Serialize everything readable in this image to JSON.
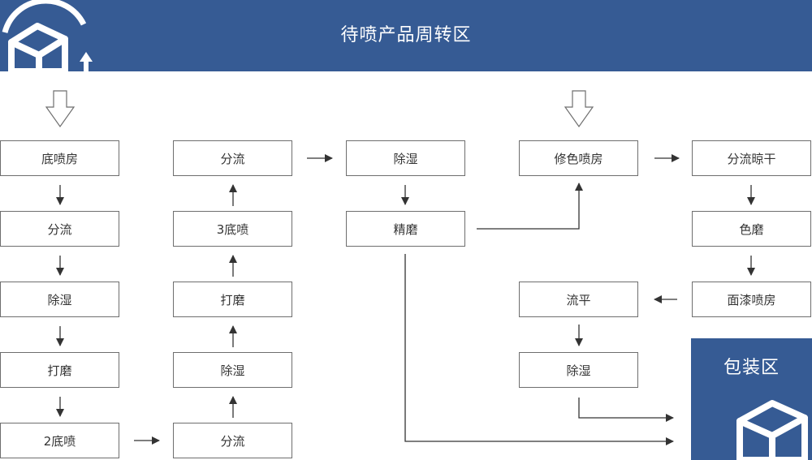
{
  "header": {
    "title": "待喷产品周转区"
  },
  "columns": {
    "col1": [
      "底喷房",
      "分流",
      "除湿",
      "打磨",
      "2底喷"
    ],
    "col2": [
      "分流",
      "3底喷",
      "打磨",
      "除湿",
      "分流"
    ],
    "col3": [
      "除湿",
      "精磨"
    ],
    "col4": [
      "修色喷房",
      "流平",
      "除湿"
    ],
    "col5": [
      "分流晾干",
      "色磨",
      "面漆喷房"
    ]
  },
  "packaging": {
    "label": "包装区"
  },
  "colors": {
    "brand": "#365b94",
    "border": "#6e6e6e",
    "arrow": "#333333",
    "text": "#333333"
  },
  "icons": [
    "box-icon",
    "arrow-down-outline-icon",
    "arrow-icon"
  ]
}
